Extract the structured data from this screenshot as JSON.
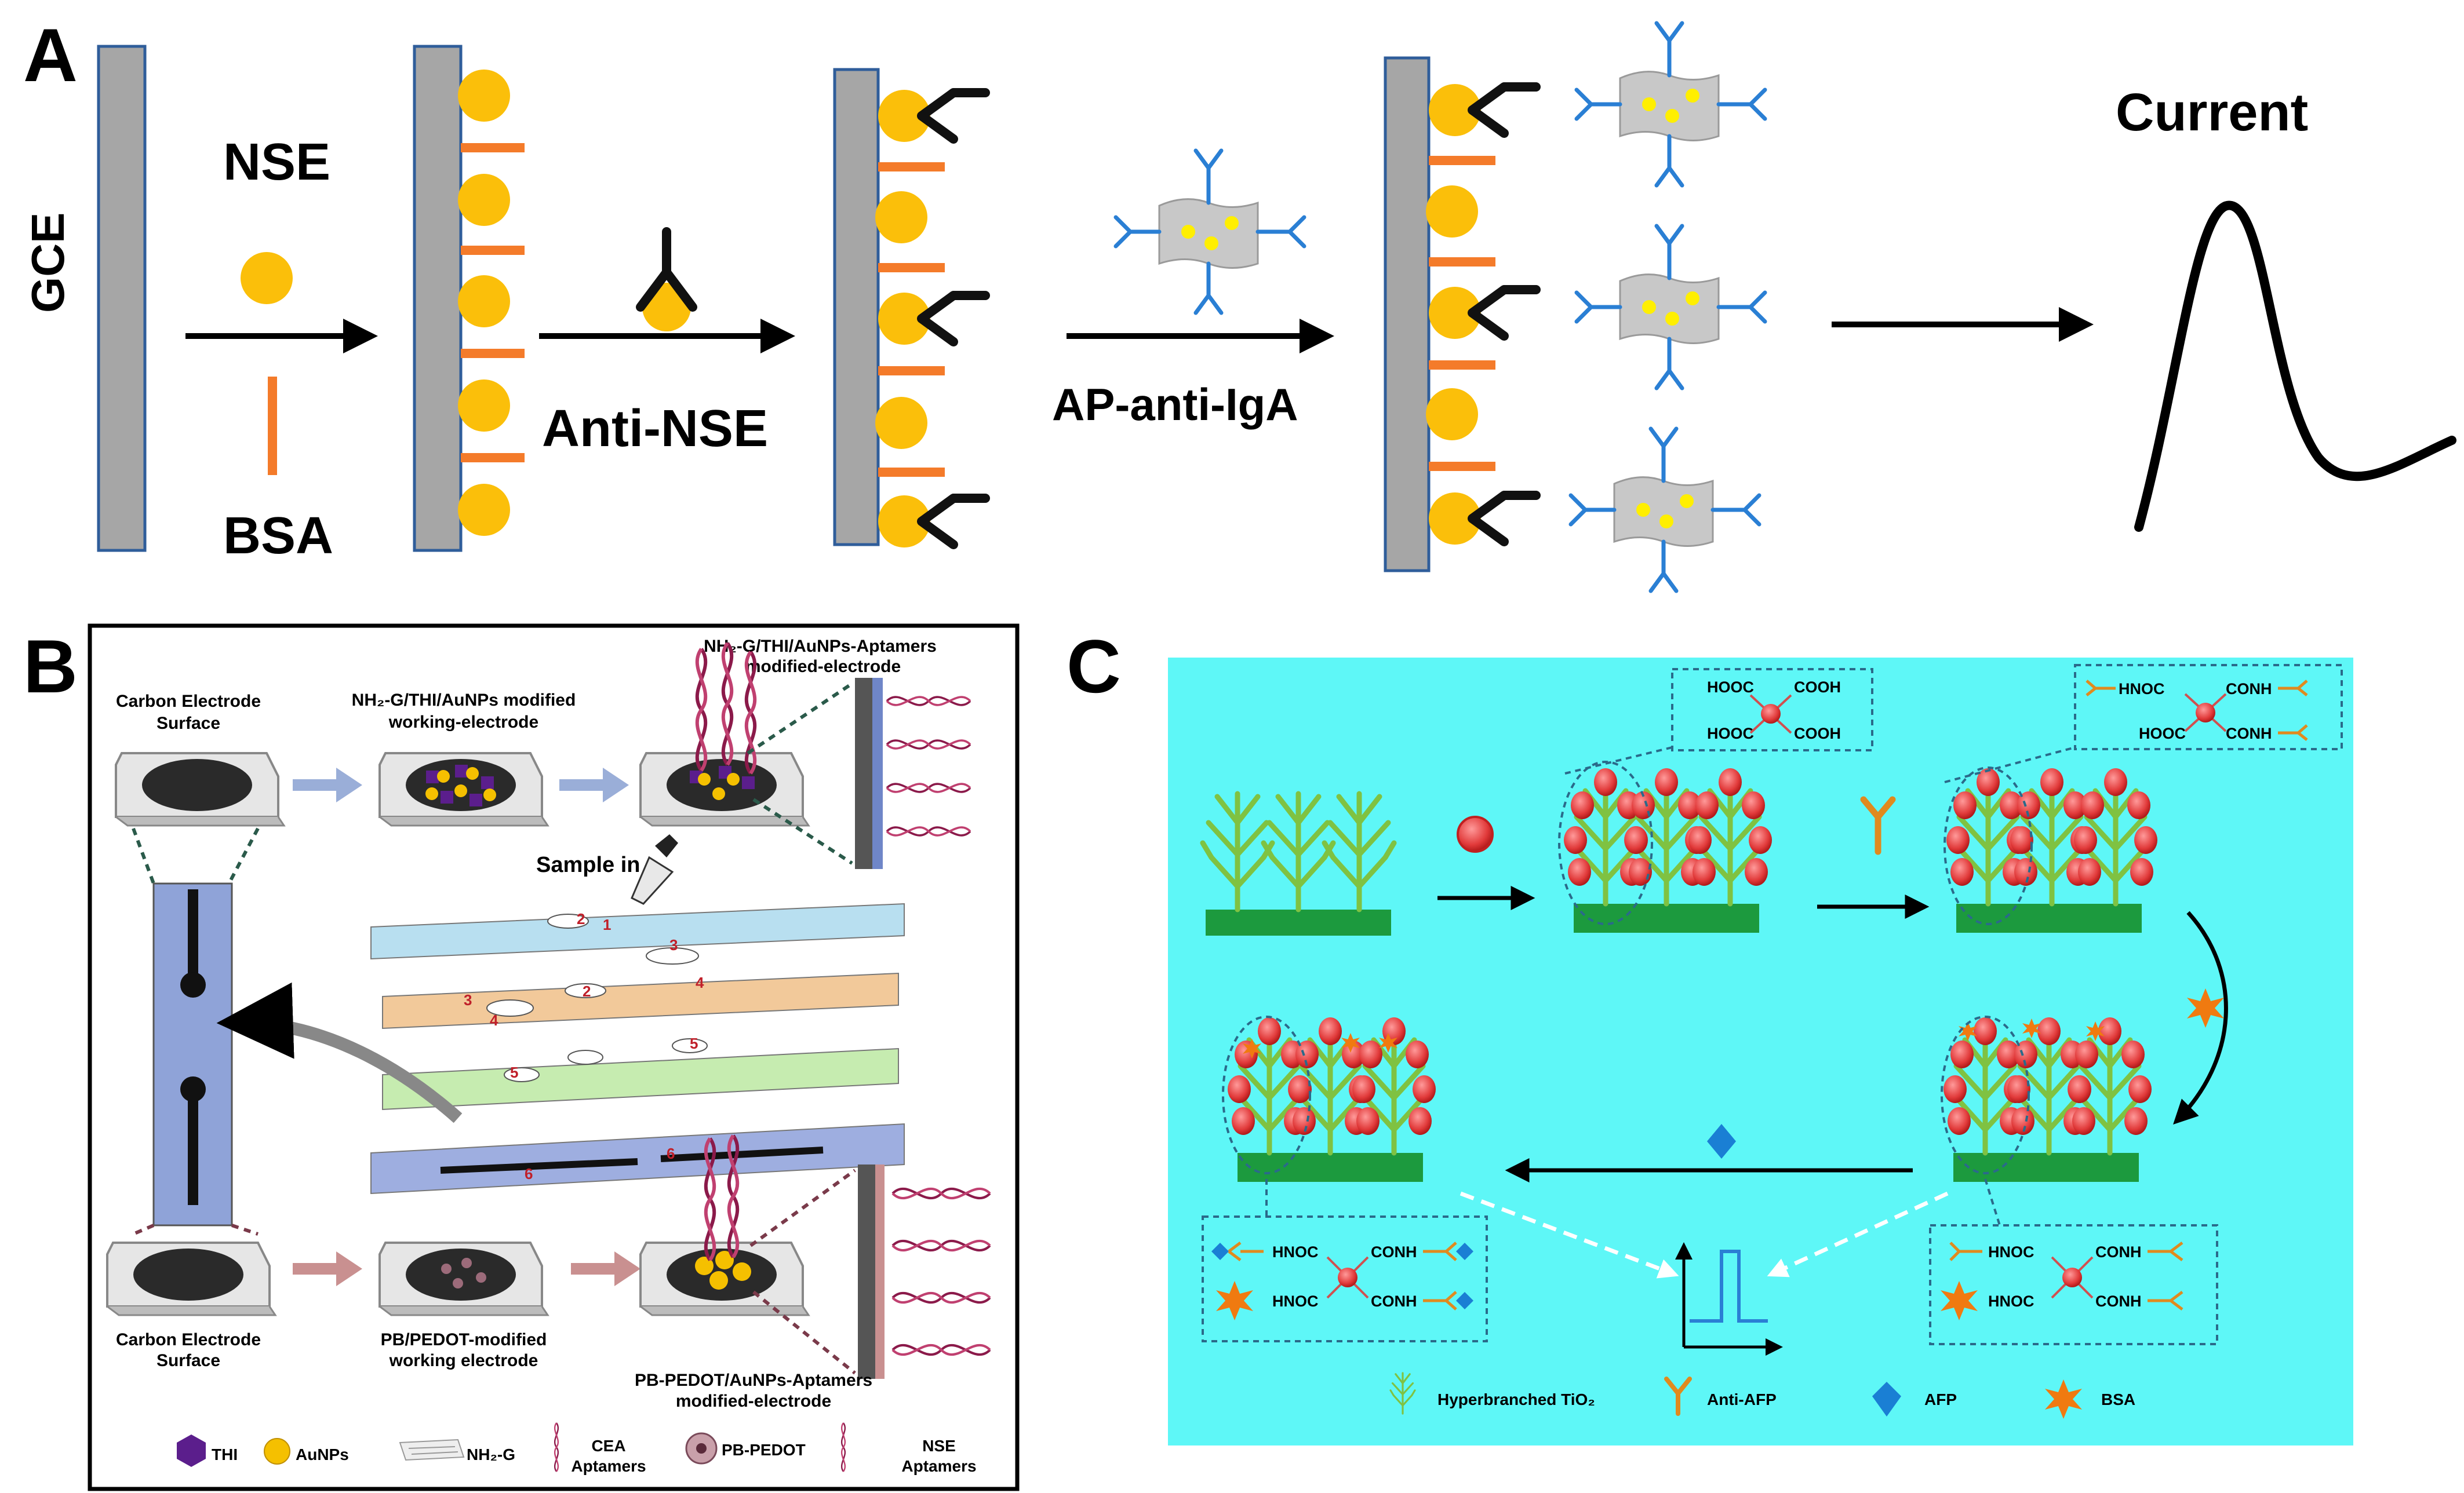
{
  "panel_a": {
    "label": "A",
    "electrode": "GCE",
    "reagent_1": "NSE",
    "reagent_2": "BSA",
    "step_2": "Anti-NSE",
    "step_3": "AP-anti-IgA",
    "readout": "Current"
  },
  "panel_b": {
    "label": "B",
    "carbon_surface_top": [
      "Carbon Electrode",
      "Surface"
    ],
    "modified_top": [
      "NH₂-G/THI/AuNPs modified",
      "working-electrode"
    ],
    "aptamer_top": [
      "NH₂-G/THI/AuNPs-Aptamers",
      "modified-electrode"
    ],
    "sample_in": "Sample in",
    "carbon_surface_bottom": [
      "Carbon Electrode",
      "Surface"
    ],
    "modified_bottom": [
      "PB/PEDOT-modified",
      "working electrode"
    ],
    "aptamer_bottom": [
      "PB-PEDOT/AuNPs-Aptamers",
      "modified-electrode"
    ],
    "layer_numbers": [
      "1",
      "2",
      "3",
      "4",
      "2",
      "3",
      "4",
      "5",
      "5",
      "6",
      "6"
    ],
    "legend": [
      {
        "name": "THI",
        "icon": "hexagon-icon",
        "color": "#5b1e8c"
      },
      {
        "name": "AuNPs",
        "icon": "circle-icon",
        "color": "#f5c000"
      },
      {
        "name": "NH₂-G",
        "icon": "graphene-sheet-icon",
        "color": "#999999"
      },
      {
        "name": "CEA\nAptamers",
        "icon": "helix-icon",
        "color": "#8b1a4a"
      },
      {
        "name": "PB-PEDOT",
        "icon": "particle-icon",
        "color": "#9c6b7a"
      },
      {
        "name": "NSE\nAptamers",
        "icon": "helix-icon",
        "color": "#8b1a4a"
      }
    ]
  },
  "panel_c": {
    "label": "C",
    "formula_1": [
      "HOOC",
      "COOH",
      "HOOC",
      "COOH"
    ],
    "formula_2": [
      "HNOC",
      "CONH",
      "HOOC",
      "CONH"
    ],
    "formula_3": [
      "HNOC",
      "CONH",
      "HNOC",
      "CONH"
    ],
    "formula_4": [
      "HNOC",
      "CONH",
      "HNOC",
      "CONH"
    ],
    "legend": [
      {
        "name": "Hyperbranched TiO₂",
        "icon": "branch-icon",
        "color": "#8cc63f"
      },
      {
        "name": "Anti-AFP",
        "icon": "antibody-icon",
        "color": "#e08a1e"
      },
      {
        "name": "AFP",
        "icon": "diamond-icon",
        "color": "#1a7fd4"
      },
      {
        "name": "BSA",
        "icon": "star-icon",
        "color": "#f07a10"
      }
    ]
  },
  "colors": {
    "electrode_grey": "#a6a6a6",
    "nanoparticle_gold": "#fbbf0a",
    "bsa_orange": "#f47b2a",
    "antibody_blue": "#2a7fd4",
    "panel_c_bg": "#5ef7f7",
    "substrate_green": "#1c9a3e"
  }
}
